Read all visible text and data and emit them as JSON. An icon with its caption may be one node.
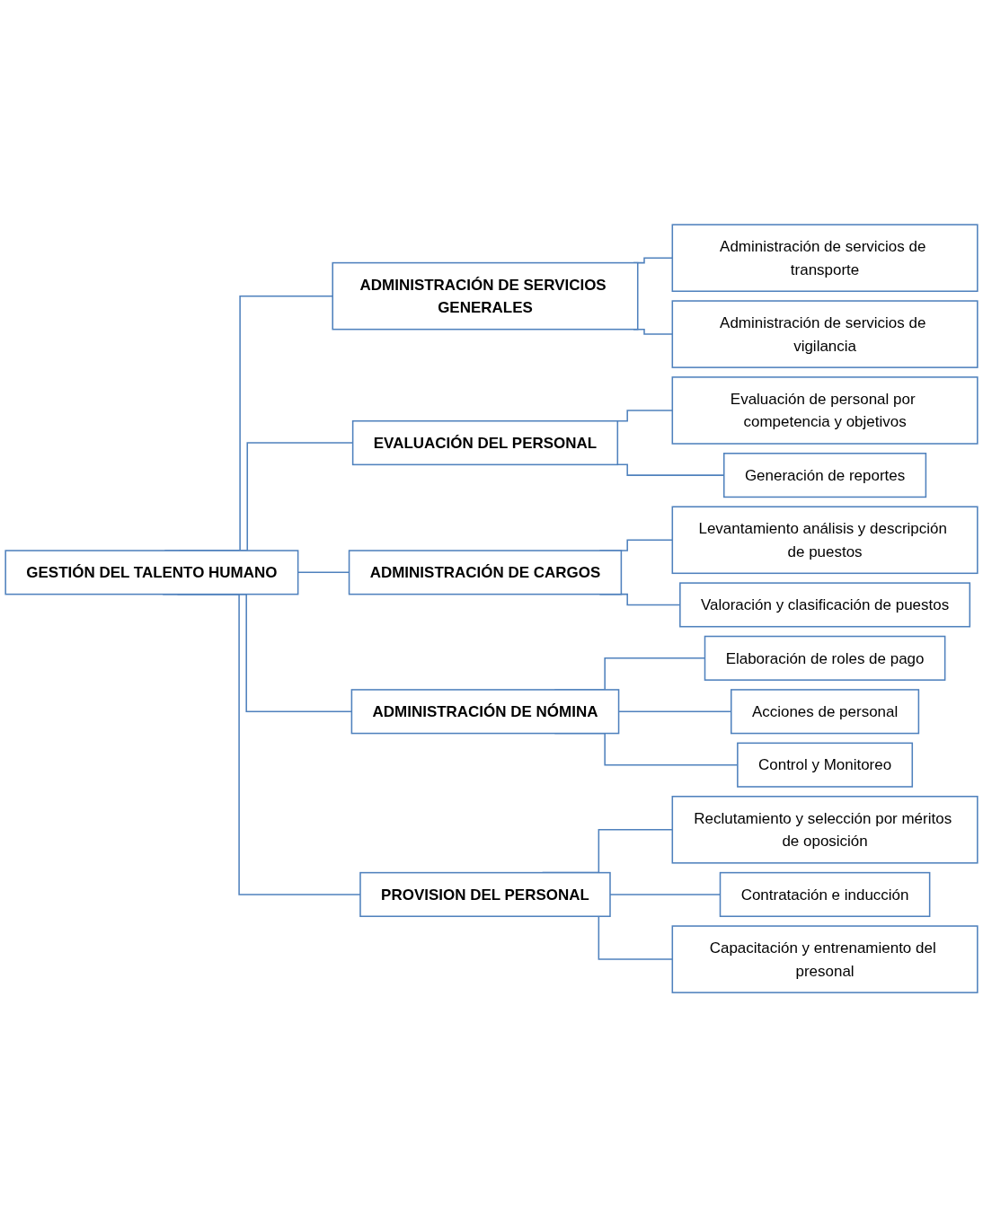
{
  "diagram": {
    "nodes": [
      {
        "text": [
          "GESTIÓN DEL TALENTO HUMANO"
        ]
      },
      {
        "text": [
          "ADMINISTRACIÓN DE SERVICIOS GENERALES"
        ]
      },
      {
        "text": [
          "Administración de servicios de transporte"
        ]
      },
      {
        "text": [
          "Administración de servicios de vigilancia"
        ]
      },
      {
        "text": [
          "EVALUACIÓN DEL PERSONAL"
        ]
      },
      {
        "text": [
          "Evaluación de personal por competencia y objetivos"
        ]
      },
      {
        "text": [
          "Generación de reportes"
        ]
      },
      {
        "text": [
          "ADMINISTRACIÓN DE CARGOS"
        ]
      },
      {
        "text": [
          "Levantamiento análisis y descripción de puestos"
        ]
      },
      {
        "text": [
          "Valoración y clasificación de puestos"
        ]
      },
      {
        "text": [
          "ADMINISTRACIÓN DE NÓMINA"
        ]
      },
      {
        "text": [
          "Elaboración de roles de pago"
        ]
      },
      {
        "text": [
          "Acciones de personal"
        ]
      },
      {
        "text": [
          "Control y Monitoreo"
        ]
      },
      {
        "text": [
          "PROVISION DEL PERSONAL"
        ]
      },
      {
        "text": [
          "Reclutamiento y selección por méritos de oposición"
        ]
      },
      {
        "text": [
          "Contratación e inducción"
        ]
      },
      {
        "text": [
          "Capacitación y entrenamiento del presonal"
        ]
      }
    ],
    "edges": [
      {
        "from": 0,
        "to": 1,
        "arrow": "none"
      },
      {
        "from": 0,
        "to": 4,
        "arrow": "none"
      },
      {
        "from": 0,
        "to": 7,
        "arrow": "none"
      },
      {
        "from": 0,
        "to": 10,
        "arrow": "none"
      },
      {
        "from": 0,
        "to": 14,
        "arrow": "none"
      },
      {
        "from": 1,
        "to": 2,
        "arrow": "none"
      },
      {
        "from": 1,
        "to": 3,
        "arrow": "none"
      },
      {
        "from": 4,
        "to": 5,
        "arrow": "none"
      },
      {
        "from": 4,
        "to": 6,
        "arrow": "none"
      },
      {
        "from": 7,
        "to": 8,
        "arrow": "none"
      },
      {
        "from": 7,
        "to": 9,
        "arrow": "none"
      },
      {
        "from": 10,
        "to": 11,
        "arrow": "none"
      },
      {
        "from": 10,
        "to": 12,
        "arrow": "none"
      },
      {
        "from": 10,
        "to": 13,
        "arrow": "none"
      },
      {
        "from": 14,
        "to": 15,
        "arrow": "none"
      },
      {
        "from": 14,
        "to": 16,
        "arrow": "none"
      },
      {
        "from": 14,
        "to": 17,
        "arrow": "none"
      }
    ]
  }
}
